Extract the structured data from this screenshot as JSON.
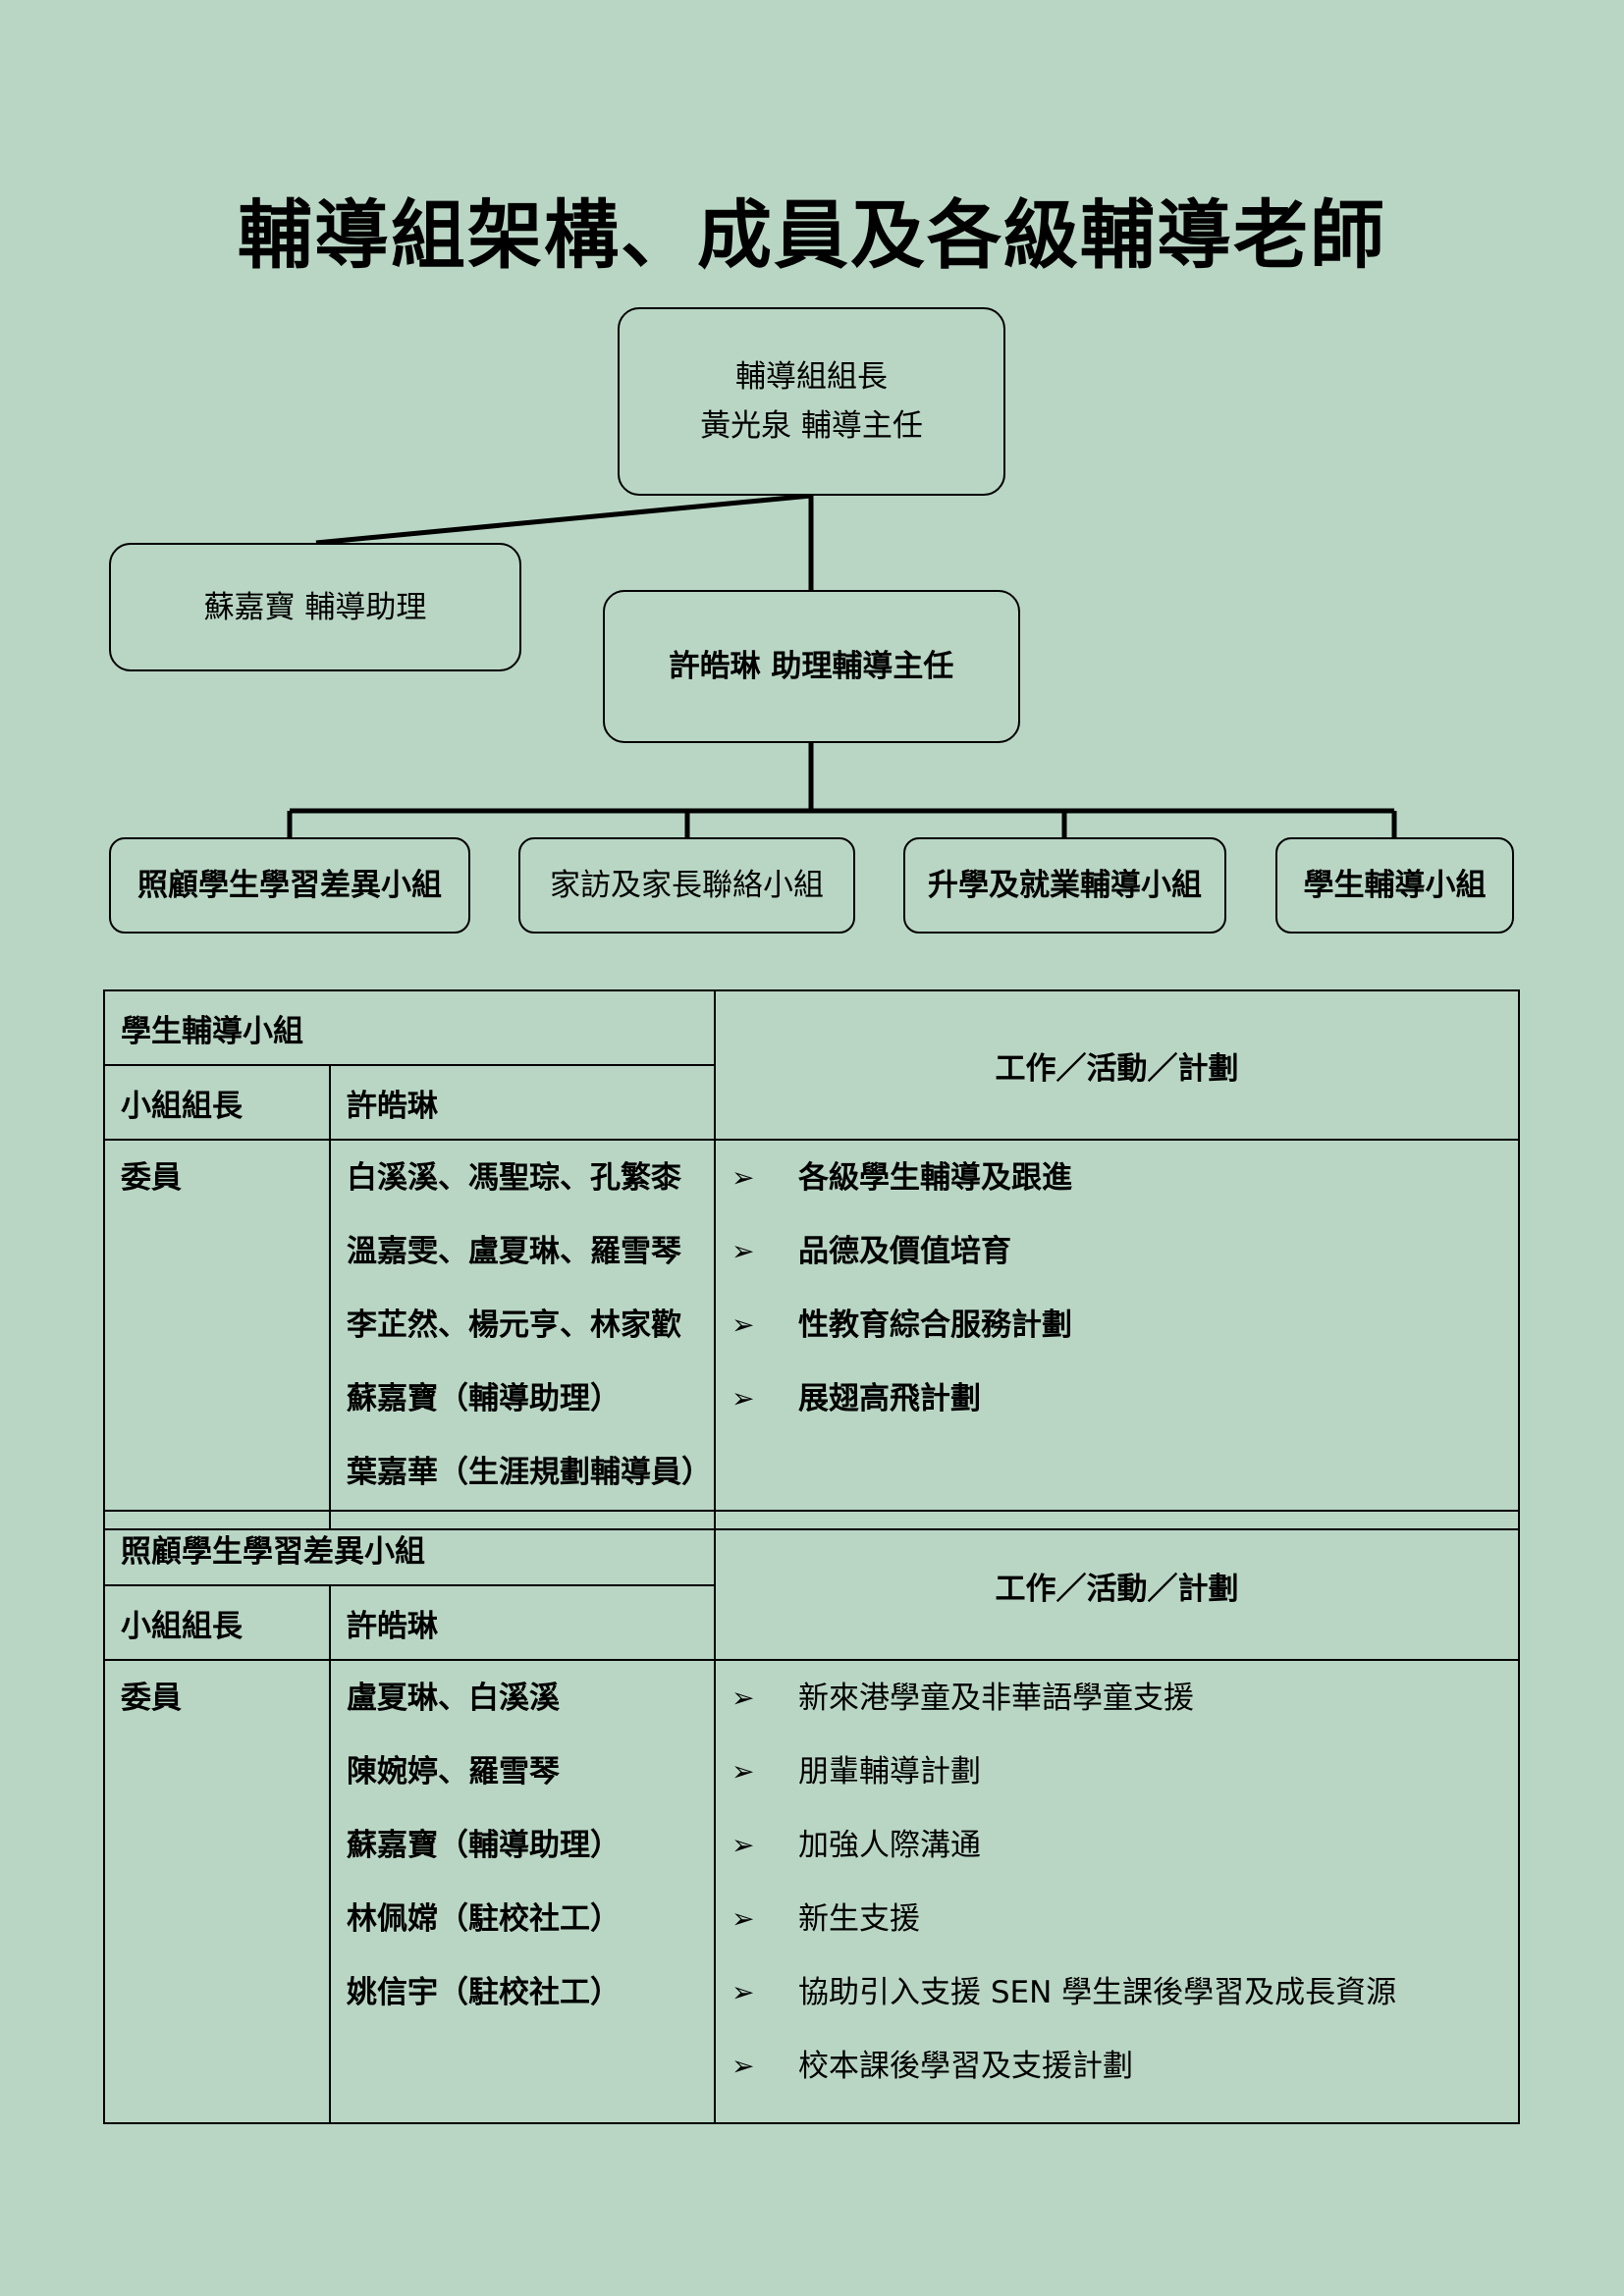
{
  "title": "輔導組架構、成員及各級輔導老師",
  "org": {
    "head_role": "輔導組組長",
    "head_name": "黃光泉  輔導主任",
    "assistant": "蘇嘉寶  輔導助理",
    "deputy": "許皓琳  助理輔導主任",
    "groups": [
      "照顧學生學習差異小組",
      "家訪及家長聯絡小組",
      "升學及就業輔導小組",
      "學生輔導小組"
    ]
  },
  "tables": [
    {
      "group_name": "學生輔導小組",
      "leader_label": "小組組長",
      "leader": "許皓琳",
      "work_header": "工作／活動／計劃",
      "members_label": "委員",
      "members": [
        "白溪溪、馮聖琮、孔繁桼",
        "溫嘉雯、盧夏琳、羅雪琴",
        "李芷然、楊元亨、林家歡",
        "蘇嘉寶（輔導助理）",
        "葉嘉華（生涯規劃輔導員）"
      ],
      "bullet_icon": "arrow-bullet-icon",
      "activities": [
        "各級學生輔導及跟進",
        "品德及價值培育",
        "性教育綜合服務計劃",
        "展翅高飛計劃"
      ]
    },
    {
      "group_name": "照顧學生學習差異小組",
      "leader_label": "小組組長",
      "leader": "許皓琳",
      "work_header": "工作／活動／計劃",
      "members_label": "委員",
      "members": [
        "盧夏琳、白溪溪",
        "陳婉婷、羅雪琴",
        "蘇嘉寶（輔導助理）",
        "林佩嫦（駐校社工）",
        "姚信宇（駐校社工）"
      ],
      "bullet_icon": "arrow-bullet-icon",
      "activities": [
        "新來港學童及非華語學童支援",
        "朋輩輔導計劃",
        "加強人際溝通",
        "新生支援",
        "協助引入支援 SEN 學生課後學習及成長資源",
        "校本課後學習及支援計劃"
      ]
    }
  ]
}
